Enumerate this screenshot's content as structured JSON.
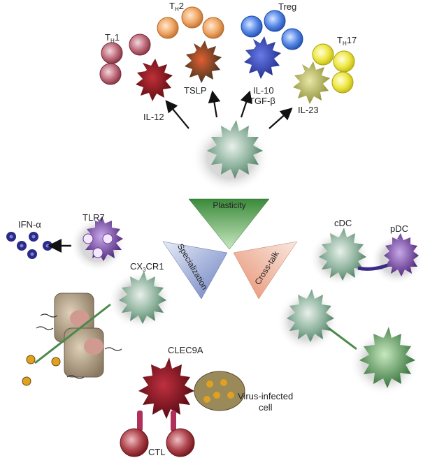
{
  "labels": {
    "th1": "T",
    "th1_sub": "H",
    "th1_tail": "1",
    "th2": "T",
    "th2_sub": "H",
    "th2_tail": "2",
    "treg": "Treg",
    "th17": "T",
    "th17_sub": "H",
    "th17_tail": "17",
    "il12": "IL-12",
    "tslp": "TSLP",
    "il10": "IL-10",
    "tgfb": "TGF-β",
    "il23": "IL-23",
    "plasticity": "Plasticity",
    "specialization": "Specialization",
    "crosstalk": "Cross-talk",
    "ifna": "IFN-α",
    "tlr7": "TLR7",
    "cx3cr1_a": "CX",
    "cx3cr1_sub": "3",
    "cx3cr1_b": "CR1",
    "cdc": "cDC",
    "pdc": "pDC",
    "clec9a": "CLEC9A",
    "virus_line1": "Virus-infected",
    "virus_line2": "cell",
    "ctl": "CTL"
  },
  "colors": {
    "th1_dc": "#7a1418",
    "th2_dc": "#8a5a2a",
    "treg_dc": "#3a45a8",
    "th17_dc": "#a8a848",
    "plasticity": "#5a9a4a",
    "specialization": "#7f90c8",
    "crosstalk": "#e8a890",
    "central_dc": "#7ea88e",
    "pdc": "#6a3a9a",
    "clec9a_dc": "#7a1620",
    "ctl": "#9a2830",
    "cdc_green": "#4a8a4a"
  }
}
